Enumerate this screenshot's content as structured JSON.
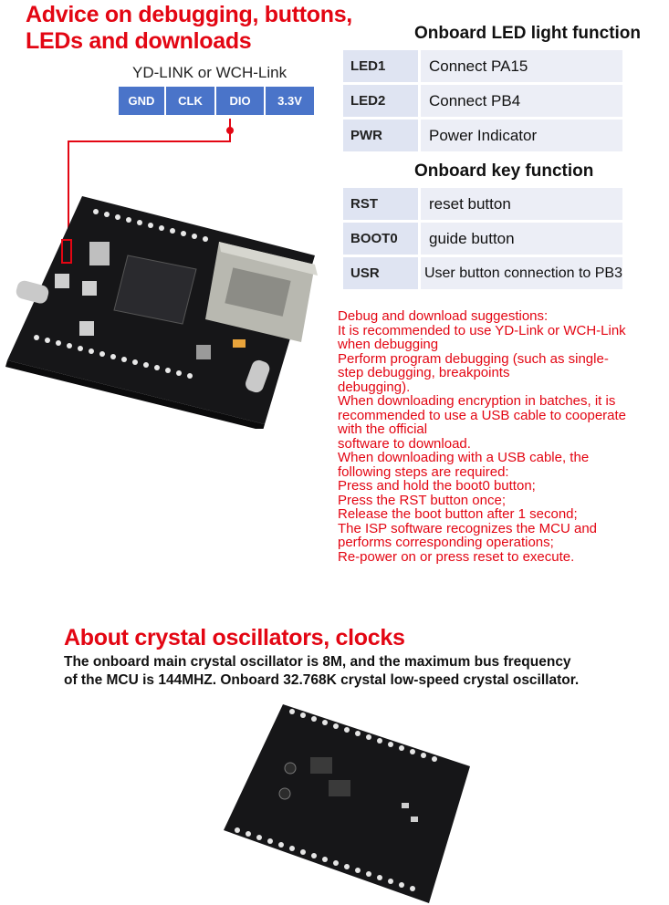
{
  "debug_section": {
    "title_line1": "Advice on debugging, buttons,",
    "title_line2": "LEDs and downloads"
  },
  "debugger": {
    "caption": "YD-LINK or WCH-Link",
    "pins": [
      "GND",
      "CLK",
      "DIO",
      "3.3V"
    ]
  },
  "led_table": {
    "title": "Onboard LED light function",
    "rows": [
      {
        "name": "LED1",
        "function": "Connect PA15"
      },
      {
        "name": "LED2",
        "function": "Connect PB4"
      },
      {
        "name": "PWR",
        "function": "Power Indicator"
      }
    ]
  },
  "key_table": {
    "title": "Onboard key function",
    "rows": [
      {
        "name": "RST",
        "function": "reset button"
      },
      {
        "name": "BOOT0",
        "function": "guide button"
      },
      {
        "name": "USR",
        "function": "User button connection to PB3"
      }
    ]
  },
  "advice_lines": [
    "Debug and download suggestions:",
    "It is recommended to use YD-Link or WCH-Link",
    "when debugging",
    "Perform program debugging (such as single-",
    "step debugging, breakpoints",
    "debugging).",
    "When downloading encryption in batches, it is",
    "recommended to use a USB cable to cooperate",
    "with the official",
    "software to download.",
    "When downloading with a USB cable, the",
    "following steps are required:",
    "Press and hold the boot0 button;",
    "Press the RST button once;",
    "Release the boot button after 1 second;",
    "The ISP software recognizes the MCU and",
    "performs corresponding operations;",
    "Re-power on or press reset to execute."
  ],
  "crystal_section": {
    "title": "About crystal oscillators, clocks",
    "line1": "The onboard main crystal oscillator is 8M, and the maximum bus frequency",
    "line2": "of the MCU is 144MHZ. Onboard 32.768K crystal low-speed crystal oscillator."
  },
  "colors": {
    "accent_red": "#e30613",
    "pin_blue": "#4a74c9",
    "table_key_bg": "#dfe4f2",
    "table_value_bg": "#eceef6"
  }
}
